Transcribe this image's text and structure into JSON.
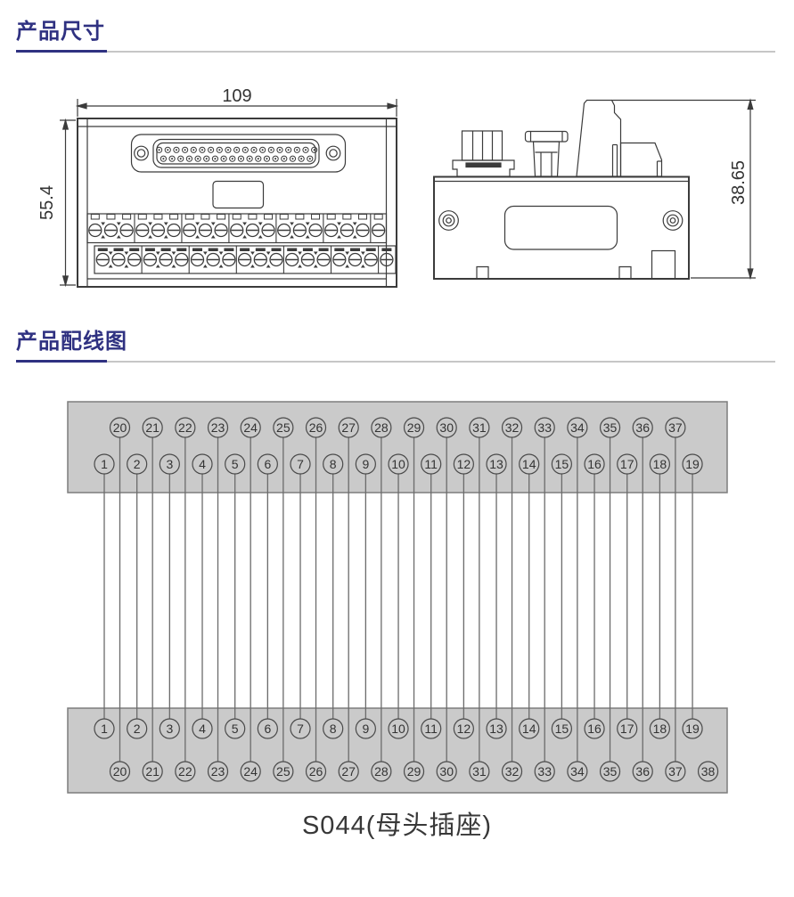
{
  "sections": {
    "dimensions": {
      "title": "产品尺寸"
    },
    "wiring_section": {
      "title": "产品配线图"
    }
  },
  "drawings": {
    "front_view": {
      "width_label": "109",
      "height_label": "55.4"
    },
    "side_view": {
      "height_label": "38.65"
    }
  },
  "wiring": {
    "top_block": {
      "row1": [
        "20",
        "21",
        "22",
        "23",
        "24",
        "25",
        "26",
        "27",
        "28",
        "29",
        "30",
        "31",
        "32",
        "33",
        "34",
        "35",
        "36",
        "37"
      ],
      "row2": [
        "1",
        "2",
        "3",
        "4",
        "5",
        "6",
        "7",
        "8",
        "9",
        "10",
        "11",
        "12",
        "13",
        "14",
        "15",
        "16",
        "17",
        "18",
        "19"
      ]
    },
    "bottom_block": {
      "row1": [
        "1",
        "2",
        "3",
        "4",
        "5",
        "6",
        "7",
        "8",
        "9",
        "10",
        "11",
        "12",
        "13",
        "14",
        "15",
        "16",
        "17",
        "18",
        "19"
      ],
      "row2": [
        "20",
        "21",
        "22",
        "23",
        "24",
        "25",
        "26",
        "27",
        "28",
        "29",
        "30",
        "31",
        "32",
        "33",
        "34",
        "35",
        "36",
        "37",
        "38"
      ]
    }
  },
  "caption": "S044(母头插座)",
  "colors": {
    "accent_blue": "#2f3181",
    "rule_gray": "#c6c6c6",
    "block_fill": "#cacaca",
    "block_stroke": "#7d7d7d",
    "drawing_stroke": "#3b3b3b",
    "wire_line": "#6b6b6b",
    "text_dark": "#2b2b2b"
  }
}
